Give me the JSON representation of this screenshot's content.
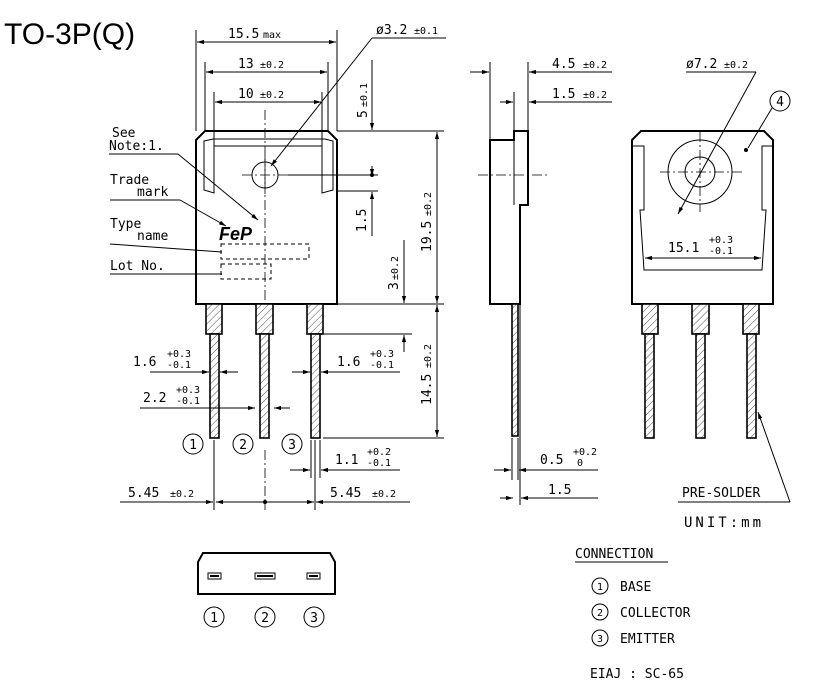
{
  "title": "TO-3P(Q)",
  "dims": {
    "width_max_val": "15.5",
    "width_max_tag": "max",
    "body13_val": "13",
    "body13_tol": "±0.2",
    "body10_val": "10",
    "body10_tol": "±0.2",
    "hole_val": "ø3.2",
    "hole_tol": "±0.1",
    "tab5_val": "5",
    "tab5_tol": "±0.1",
    "hole_height": "1.5",
    "height195_val": "19.5",
    "height195_tol": "±0.2",
    "lead3_val": "3",
    "lead3_tol": "±0.2",
    "lead145_val": "14.5",
    "lead145_tol": "±0.2",
    "lead_w16_val": "1.6",
    "lead_w16_up": "+0.3",
    "lead_w16_dn": "-0.1",
    "lead_w22_val": "2.2",
    "lead_w22_up": "+0.3",
    "lead_w22_dn": "-0.1",
    "lead_w11_val": "1.1",
    "lead_w11_up": "+0.2",
    "lead_w11_dn": "-0.1",
    "pitch_val": "5.45",
    "pitch_tol": "±0.2",
    "side45_val": "4.5",
    "side45_tol": "±0.2",
    "side15_val": "1.5",
    "side15_tol": "±0.2",
    "side05_val": "0.5",
    "side05_up": "+0.2",
    "side05_dn": "0",
    "side15b": "1.5",
    "back_hole_val": "ø7.2",
    "back_hole_tol": "±0.2",
    "back_w_val": "15.1",
    "back_w_up": "+0.3",
    "back_w_dn": "-0.1"
  },
  "notes": {
    "see_note_1": "See",
    "see_note_2": "Note:1.",
    "trade_1": "Trade",
    "trade_2": "mark",
    "type_1": "Type",
    "type_2": "name",
    "lot": "Lot No.",
    "logo": "FeP",
    "pre_solder": "PRE-SOLDER",
    "unit": "UNIT:mm",
    "marker4": "4"
  },
  "pins": [
    "1",
    "2",
    "3"
  ],
  "connection": {
    "heading": "CONNECTION",
    "items": [
      {
        "num": "1",
        "label": "BASE"
      },
      {
        "num": "2",
        "label": "COLLECTOR"
      },
      {
        "num": "3",
        "label": "EMITTER"
      }
    ],
    "eiaj": "EIAJ : SC-65"
  }
}
